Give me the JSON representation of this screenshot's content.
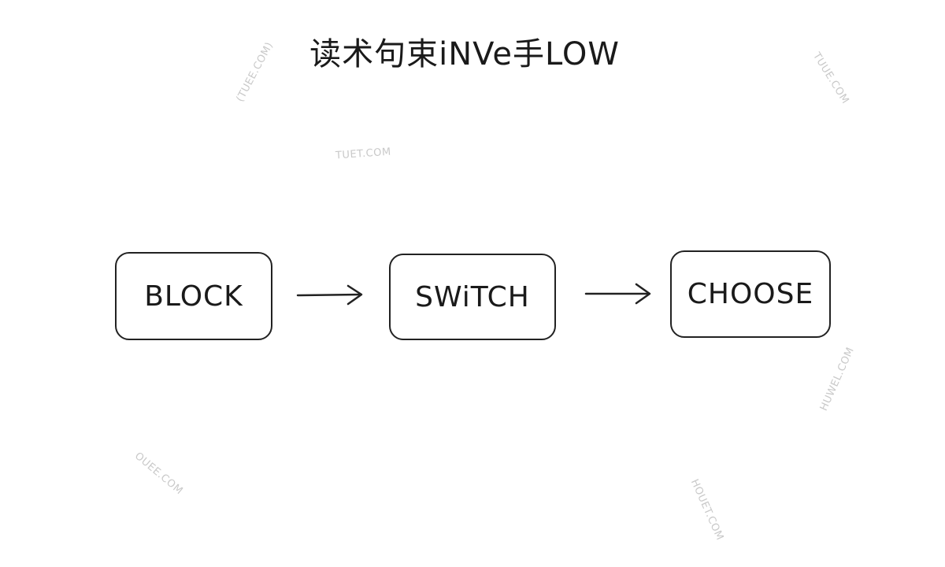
{
  "diagram": {
    "title": "读术句束iNVe手LOW",
    "nodes": [
      {
        "id": "block",
        "label": "BLOCK"
      },
      {
        "id": "switch",
        "label": "SWiTCH"
      },
      {
        "id": "choose",
        "label": "CHOOSE"
      }
    ],
    "edges": [
      {
        "from": "block",
        "to": "switch"
      },
      {
        "from": "switch",
        "to": "choose"
      }
    ],
    "watermarks": [
      "(TUEE.COM)",
      "TUET.COM",
      "TUUE.COM",
      "HUWEL.COM",
      "OUEE.COM",
      "HOUET.COM"
    ]
  },
  "colors": {
    "ink": "#1a1a1a",
    "watermark": "#c9c9c9",
    "background": "#ffffff"
  }
}
